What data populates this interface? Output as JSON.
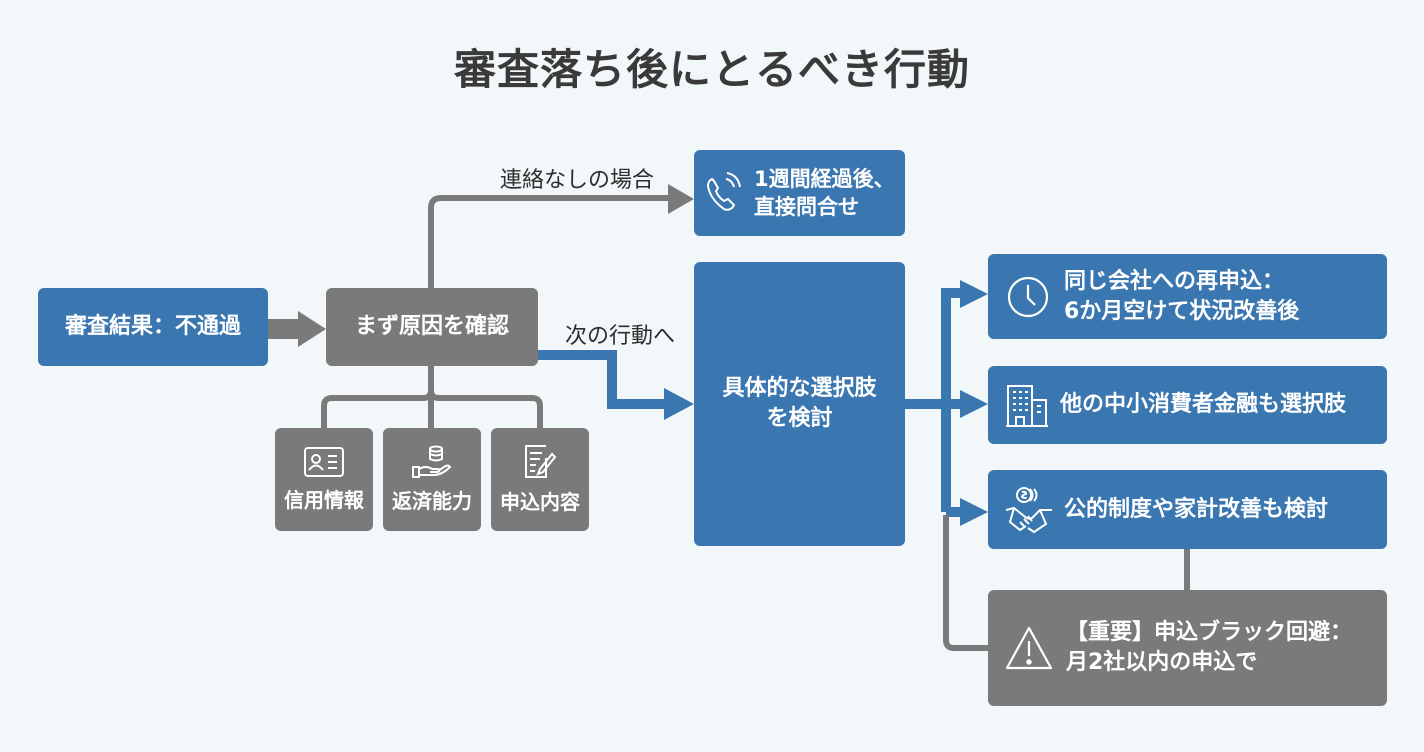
{
  "title": "審査落ち後にとるべき行動",
  "colors": {
    "background": "#f2f8fa",
    "blue": "#3a76b0",
    "gray": "#7a7a7a",
    "text": "#3a3a3a"
  },
  "nodes": {
    "result": {
      "label": "審査結果：不通過"
    },
    "check_cause": {
      "label": "まず原因を確認"
    },
    "causes": [
      {
        "label": "信用情報",
        "icon": "id-card-icon"
      },
      {
        "label": "返済能力",
        "icon": "hand-coins-icon"
      },
      {
        "label": "申込内容",
        "icon": "document-edit-icon"
      }
    ],
    "no_contact": {
      "line1": "1週間経過後、",
      "line2": "直接問合せ",
      "icon": "phone-icon"
    },
    "options": {
      "line1": "具体的な選択肢",
      "line2": "を検討"
    },
    "choices": [
      {
        "line1": "同じ会社への再申込：",
        "line2": "6か月空けて状況改善後",
        "icon": "clock-icon"
      },
      {
        "line1": "他の中小消費者金融も選択肢",
        "icon": "building-icon"
      },
      {
        "line1": "公的制度や家計改善も検討",
        "icon": "handshake-coins-icon"
      }
    ],
    "warning": {
      "line1": "【重要】申込ブラック回避：",
      "line2": "月2社以内の申込で",
      "icon": "warning-icon"
    }
  },
  "edge_labels": {
    "no_contact": "連絡なしの場合",
    "next_action": "次の行動へ"
  }
}
